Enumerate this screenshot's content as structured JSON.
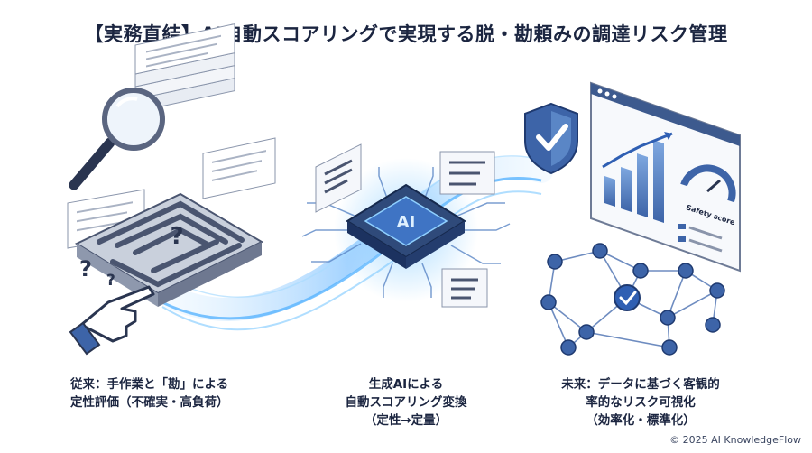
{
  "title": "【実務直結】AI自動スコアリングで実現する脱・勘頼みの調達リスク管理",
  "captions": {
    "left": [
      "従来：手作業と「勘」による",
      "定性評価（不確実・高負荷）"
    ],
    "middle": [
      "生成AIによる",
      "自動スコアリング変換",
      "（定性→定量）"
    ],
    "right": [
      "未来：データに基づく客観的",
      "率的なリスク可視化",
      "（効率化・標準化）"
    ]
  },
  "illustrations": {
    "chip_label": "AI",
    "maze_symbol": "?",
    "question_marks": [
      "?",
      "?"
    ],
    "gauge_label": "Safety score"
  },
  "copyright": "© 2025 AI KnowledgeFlow",
  "colors": {
    "accent": "#2f5fb3",
    "glow": "#5db7ff",
    "node": "#3d64a8",
    "dark": "#2a3550"
  }
}
